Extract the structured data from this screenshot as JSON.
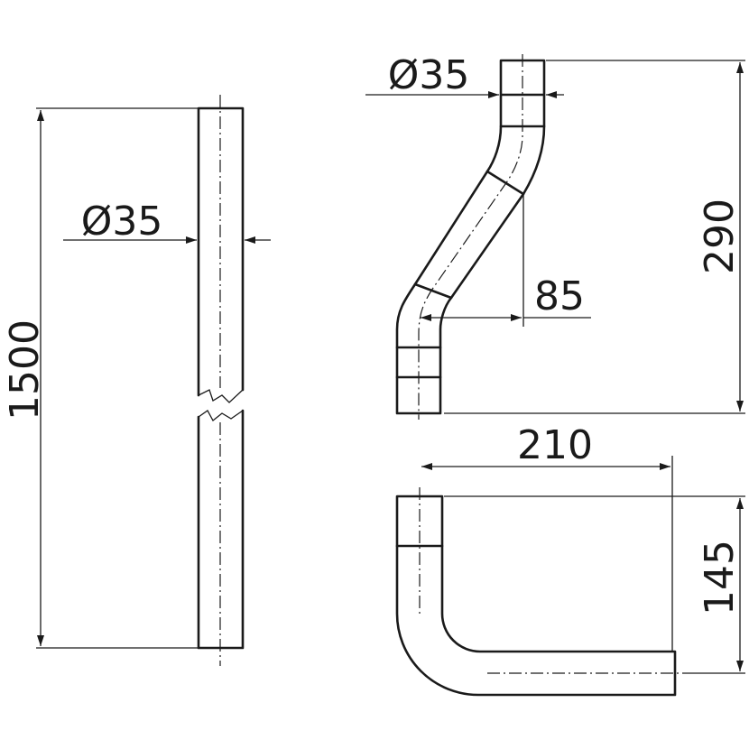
{
  "straight_pipe": {
    "length": "1500",
    "diameter": "Ø35"
  },
  "s_pipe": {
    "diameter": "Ø35",
    "height": "290",
    "offset": "85"
  },
  "elbow_pipe": {
    "width": "210",
    "height": "145"
  }
}
